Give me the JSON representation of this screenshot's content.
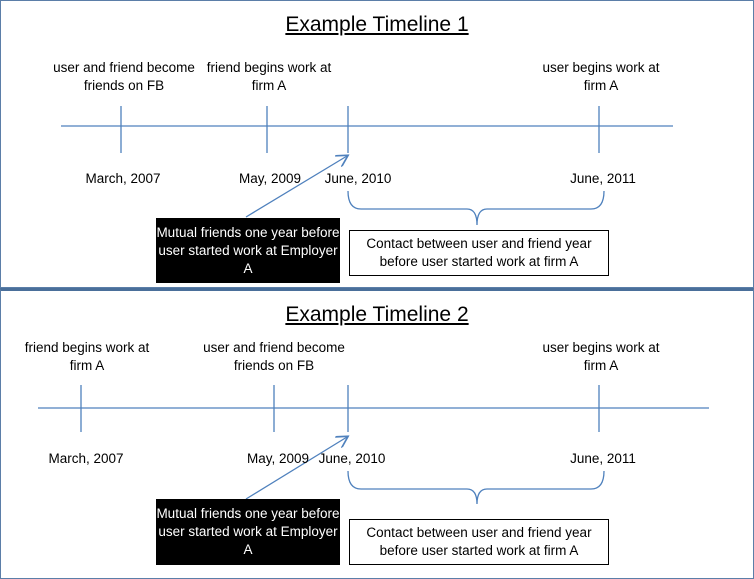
{
  "timeline1": {
    "title": "Example Timeline 1",
    "events": [
      {
        "label": "user and friend become friends on FB",
        "date": "March, 2007"
      },
      {
        "label": "friend begins work at firm A",
        "date": "May, 2009"
      },
      {
        "label": "",
        "date": "June, 2010"
      },
      {
        "label": "user begins work at firm A",
        "date": "June, 2011"
      }
    ],
    "mutual_box": "Mutual friends one  year before user started work at Employer A",
    "contact_box": "Contact between user and friend year before user started work at firm A"
  },
  "timeline2": {
    "title": "Example Timeline 2",
    "events": [
      {
        "label": "friend begins work at firm A",
        "date": "March, 2007"
      },
      {
        "label": "user and friend become friends on FB",
        "date": "May, 2009"
      },
      {
        "label": "",
        "date": "June, 2010"
      },
      {
        "label": "user begins work at firm A",
        "date": "June, 2011"
      }
    ],
    "mutual_box": "Mutual friends one year before user started work at Employer A",
    "contact_box": "Contact between user and friend year before user started work at firm A"
  },
  "colors": {
    "line": "#4f81bd",
    "border": "#5b7ea8"
  }
}
